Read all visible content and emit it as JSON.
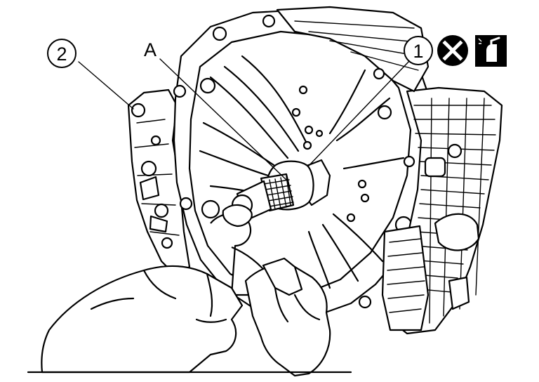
{
  "callouts": {
    "part_1": "1",
    "part_2": "2",
    "tool_a": "A"
  },
  "symbols": {
    "do_not_reuse": "do-not-reuse-icon",
    "apply_sealant": "apply-sealant-icon"
  }
}
